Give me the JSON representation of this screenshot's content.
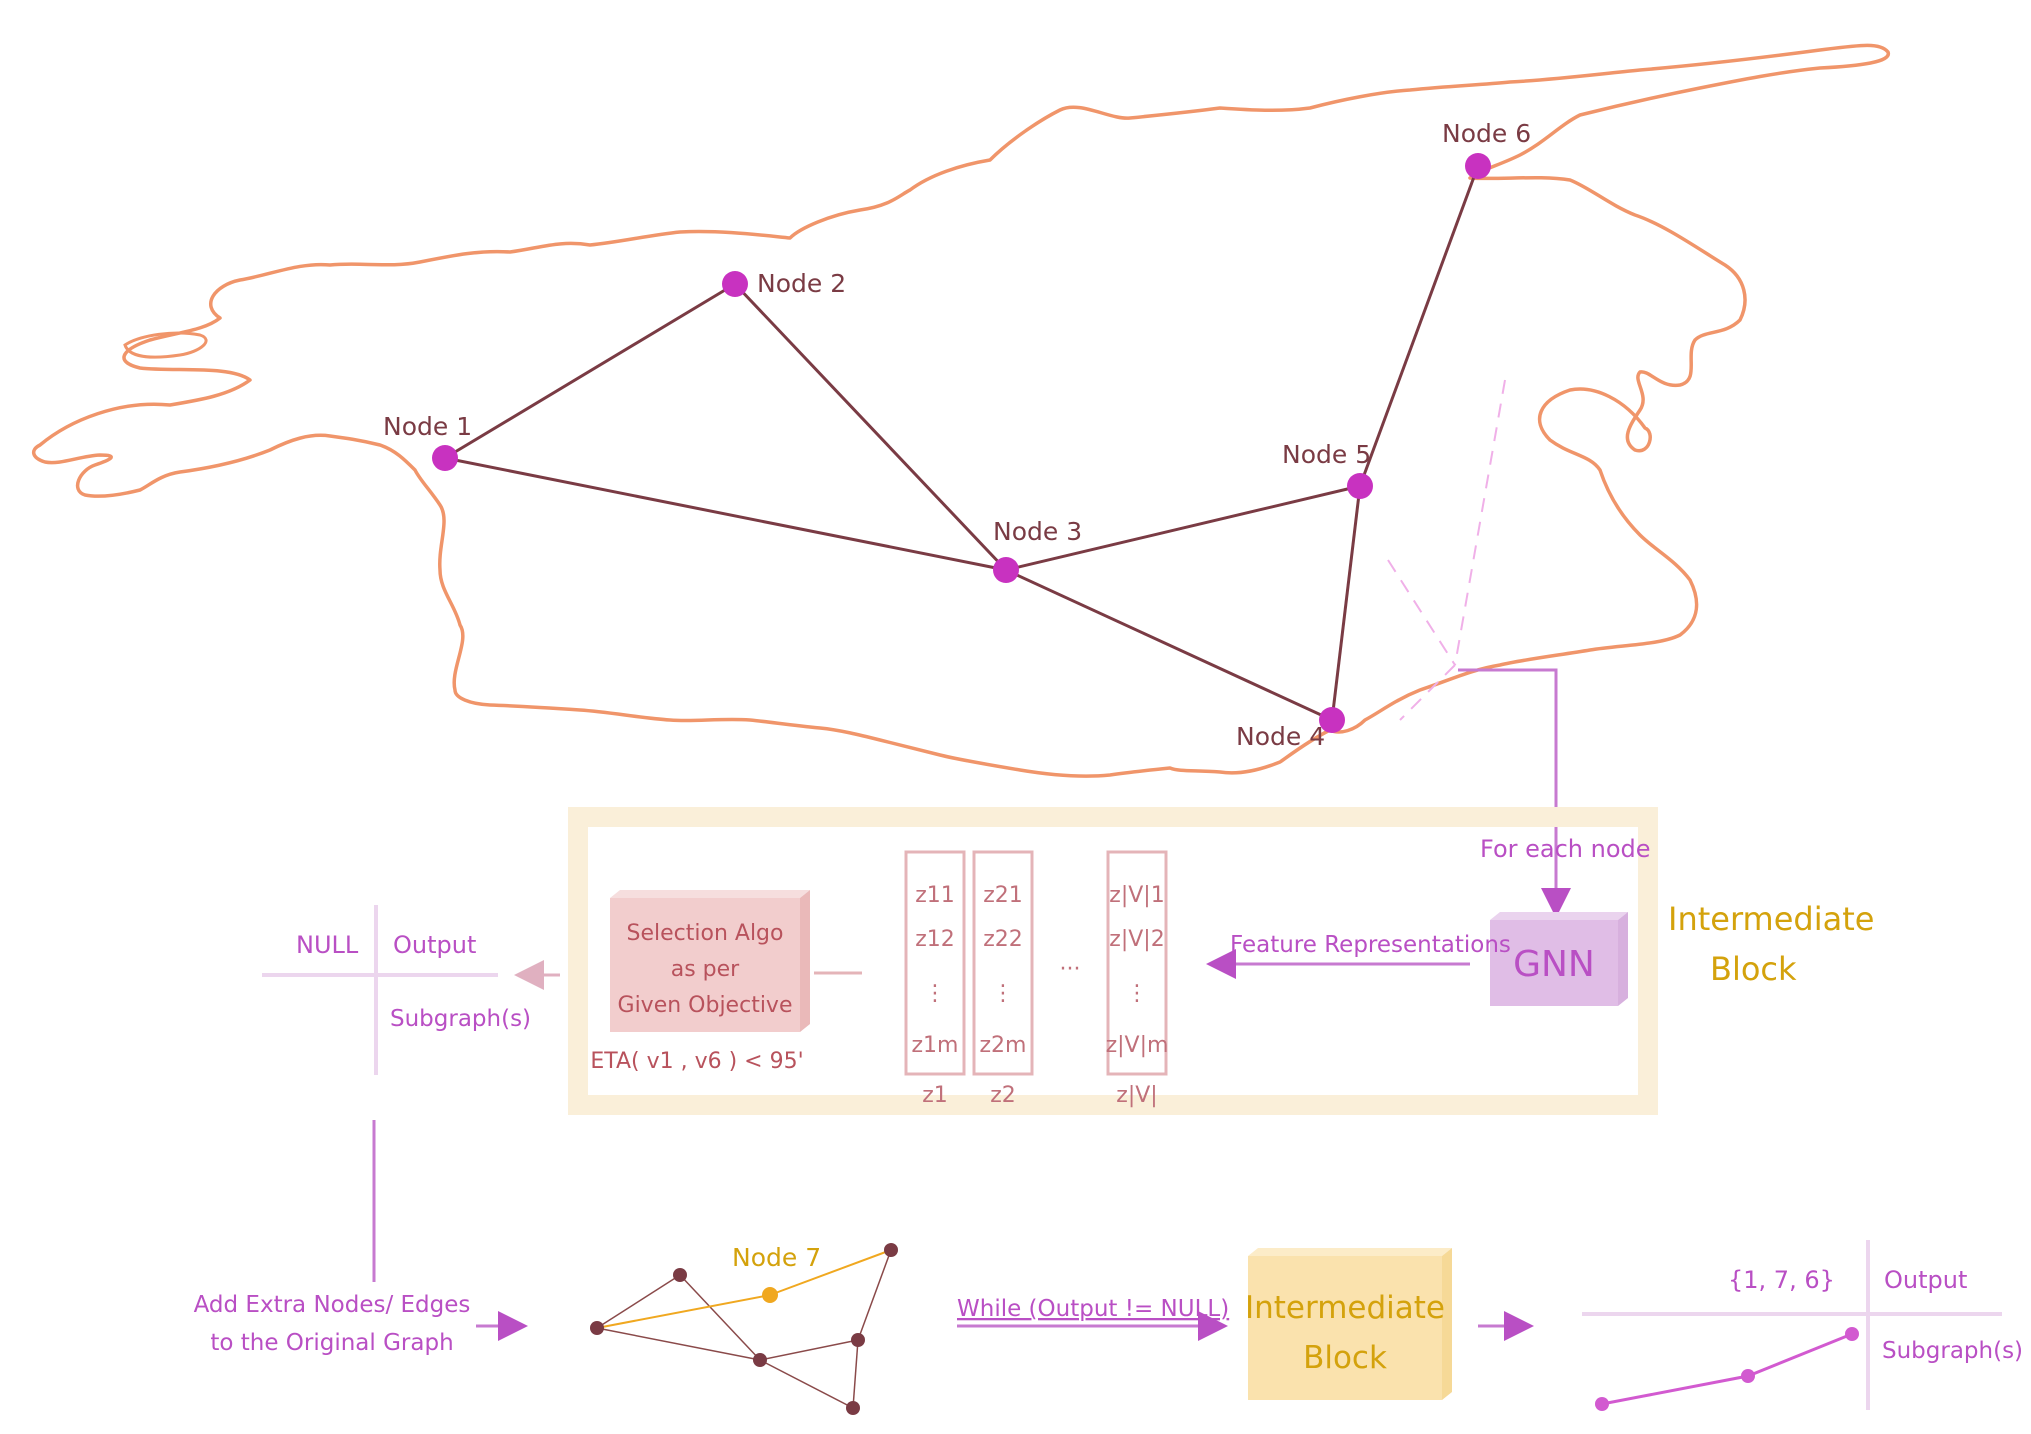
{
  "map": {
    "nodes": [
      {
        "label": "Node 1"
      },
      {
        "label": "Node 2"
      },
      {
        "label": "Node 3"
      },
      {
        "label": "Node 4"
      },
      {
        "label": "Node 5"
      },
      {
        "label": "Node 6"
      }
    ],
    "edges": [
      [
        "Node 1",
        "Node 2"
      ],
      [
        "Node 1",
        "Node 3"
      ],
      [
        "Node 2",
        "Node 3"
      ],
      [
        "Node 3",
        "Node 5"
      ],
      [
        "Node 3",
        "Node 4"
      ],
      [
        "Node 4",
        "Node 5"
      ],
      [
        "Node 5",
        "Node 6"
      ]
    ]
  },
  "intermediate_block": {
    "for_each_node": "For each node",
    "gnn": "GNN",
    "feature_representations": "Feature Representations",
    "title_line1": "Intermediate",
    "title_line2": "Block",
    "selection": {
      "line1": "Selection Algo",
      "line2": "as per",
      "line3": "Given Objective",
      "constraint": "ETA( v1 , v6 ) < 95'"
    },
    "embeddings": [
      {
        "top": "z11",
        "second": "z12",
        "bottom": "z1m",
        "label": "z1"
      },
      {
        "top": "z21",
        "second": "z22",
        "bottom": "z2m",
        "label": "z2"
      },
      {
        "top": "z|V|1",
        "second": "z|V|2",
        "bottom": "z|V|m",
        "label": "z|V|"
      }
    ],
    "vdots": "⋮",
    "ellipsis": "···"
  },
  "output_table_top": {
    "null_label": "NULL",
    "output_label": "Output",
    "subgraph_label": "Subgraph(s)"
  },
  "bottom_flow": {
    "add_line1": "Add Extra Nodes/ Edges",
    "add_line2": "to the Original Graph",
    "node7_label": "Node 7",
    "while_label": "While (Output != NULL)",
    "block_line1": "Intermediate",
    "block_line2": "Block",
    "result_set": "{1, 7, 6}",
    "output_label": "Output",
    "subgraph_label": "Subgraph(s)"
  },
  "colors": {
    "map_outline": "#f0956a",
    "edge": "#7a3b44",
    "node": "#c832c0",
    "purple": "#b94fc4",
    "gold": "#d4a20c",
    "block_border": "#faefd9",
    "gnn_fill": "#e0bde6",
    "selection_fill": "#f2cdcd",
    "orange_edge": "#f0a820"
  }
}
